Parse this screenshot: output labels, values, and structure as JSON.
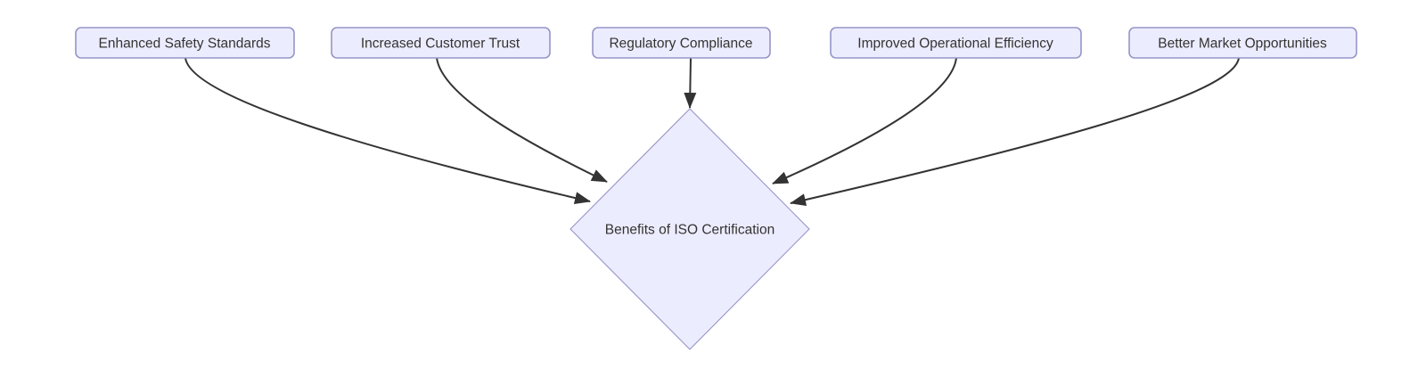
{
  "diagram": {
    "type": "flowchart",
    "title_node": "Benefits of ISO Certification",
    "theme": {
      "background": "#ffffff",
      "node_fill": "#ececff",
      "node_border": "#9695c8",
      "edge_color": "#333333",
      "text_color": "#333333"
    },
    "nodes": [
      {
        "id": "enhanced-safety-standards",
        "label": "Enhanced Safety Standards"
      },
      {
        "id": "increased-customer-trust",
        "label": "Increased Customer Trust"
      },
      {
        "id": "regulatory-compliance",
        "label": "Regulatory Compliance"
      },
      {
        "id": "improved-operational-efficiency",
        "label": "Improved Operational Efficiency"
      },
      {
        "id": "better-market-opportunities",
        "label": "Better Market Opportunities"
      }
    ],
    "center_node": {
      "id": "benefits-of-iso-certification",
      "label": "Benefits of ISO Certification",
      "shape": "diamond"
    },
    "edges": [
      {
        "from": "Enhanced Safety Standards",
        "to": "Benefits of ISO Certification"
      },
      {
        "from": "Increased Customer Trust",
        "to": "Benefits of ISO Certification"
      },
      {
        "from": "Regulatory Compliance",
        "to": "Benefits of ISO Certification"
      },
      {
        "from": "Improved Operational Efficiency",
        "to": "Benefits of ISO Certification"
      },
      {
        "from": "Better Market Opportunities",
        "to": "Benefits of ISO Certification"
      }
    ]
  }
}
